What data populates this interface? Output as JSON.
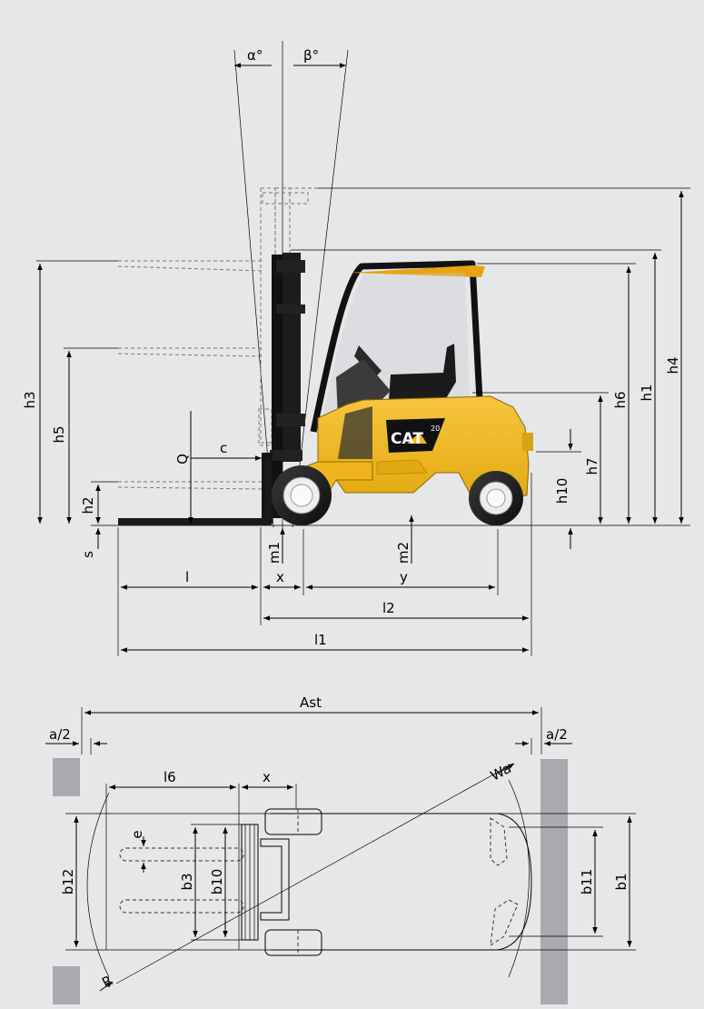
{
  "brand": {
    "logo_text": "CAT",
    "model_badge": "20",
    "body_color": "#f2b81b"
  },
  "side_view": {
    "tilt_forward": "α°",
    "tilt_backward": "β°",
    "labels": {
      "h1": "h1",
      "h2": "h2",
      "h3": "h3",
      "h4": "h4",
      "h5": "h5",
      "h6": "h6",
      "h7": "h7",
      "h10": "h10",
      "q": "Q",
      "c": "c",
      "s": "s",
      "m1": "m1",
      "m2": "m2",
      "l": "l",
      "x": "x",
      "y": "y",
      "l2": "l2",
      "l1": "l1"
    }
  },
  "top_view": {
    "labels": {
      "ast": "Ast",
      "a_half_left": "a/2",
      "a_half_right": "a/2",
      "l6": "l6",
      "x": "x",
      "wa": "Wa",
      "r": "R",
      "e": "e",
      "b3": "b3",
      "b10": "b10",
      "b11": "b11",
      "b1": "b1",
      "b12": "b12"
    }
  }
}
